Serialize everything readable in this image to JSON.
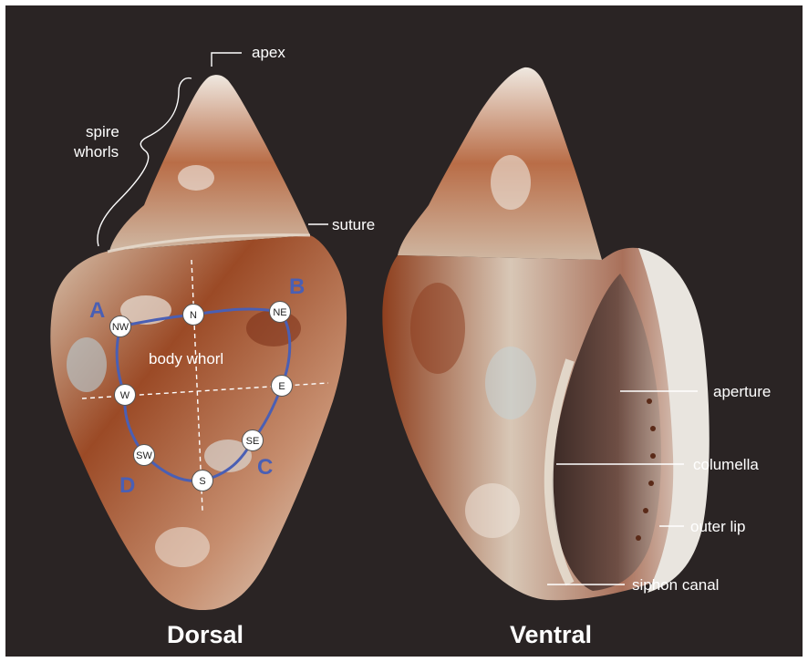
{
  "labels": {
    "apex": "apex",
    "spire_whorls_line1": "spire",
    "spire_whorls_line2": "whorls",
    "suture": "suture",
    "body_whorl": "body whorl",
    "aperture": "aperture",
    "columella": "columella",
    "outer_lip": "outer lip",
    "siphon_canal": "siphon canal"
  },
  "views": {
    "dorsal": "Dorsal",
    "ventral": "Ventral"
  },
  "quadrants": {
    "a": "A",
    "b": "B",
    "c": "C",
    "d": "D"
  },
  "compass": {
    "n": "N",
    "ne": "NE",
    "e": "E",
    "se": "SE",
    "s": "S",
    "sw": "SW",
    "w": "W",
    "nw": "NW"
  },
  "colors": {
    "background": "#2a2424",
    "outline": "#4a5fb4",
    "shell_brown": "#8a3a1c",
    "shell_cream": "#e6dccd",
    "shell_blue_grey": "#b9c7cc"
  }
}
